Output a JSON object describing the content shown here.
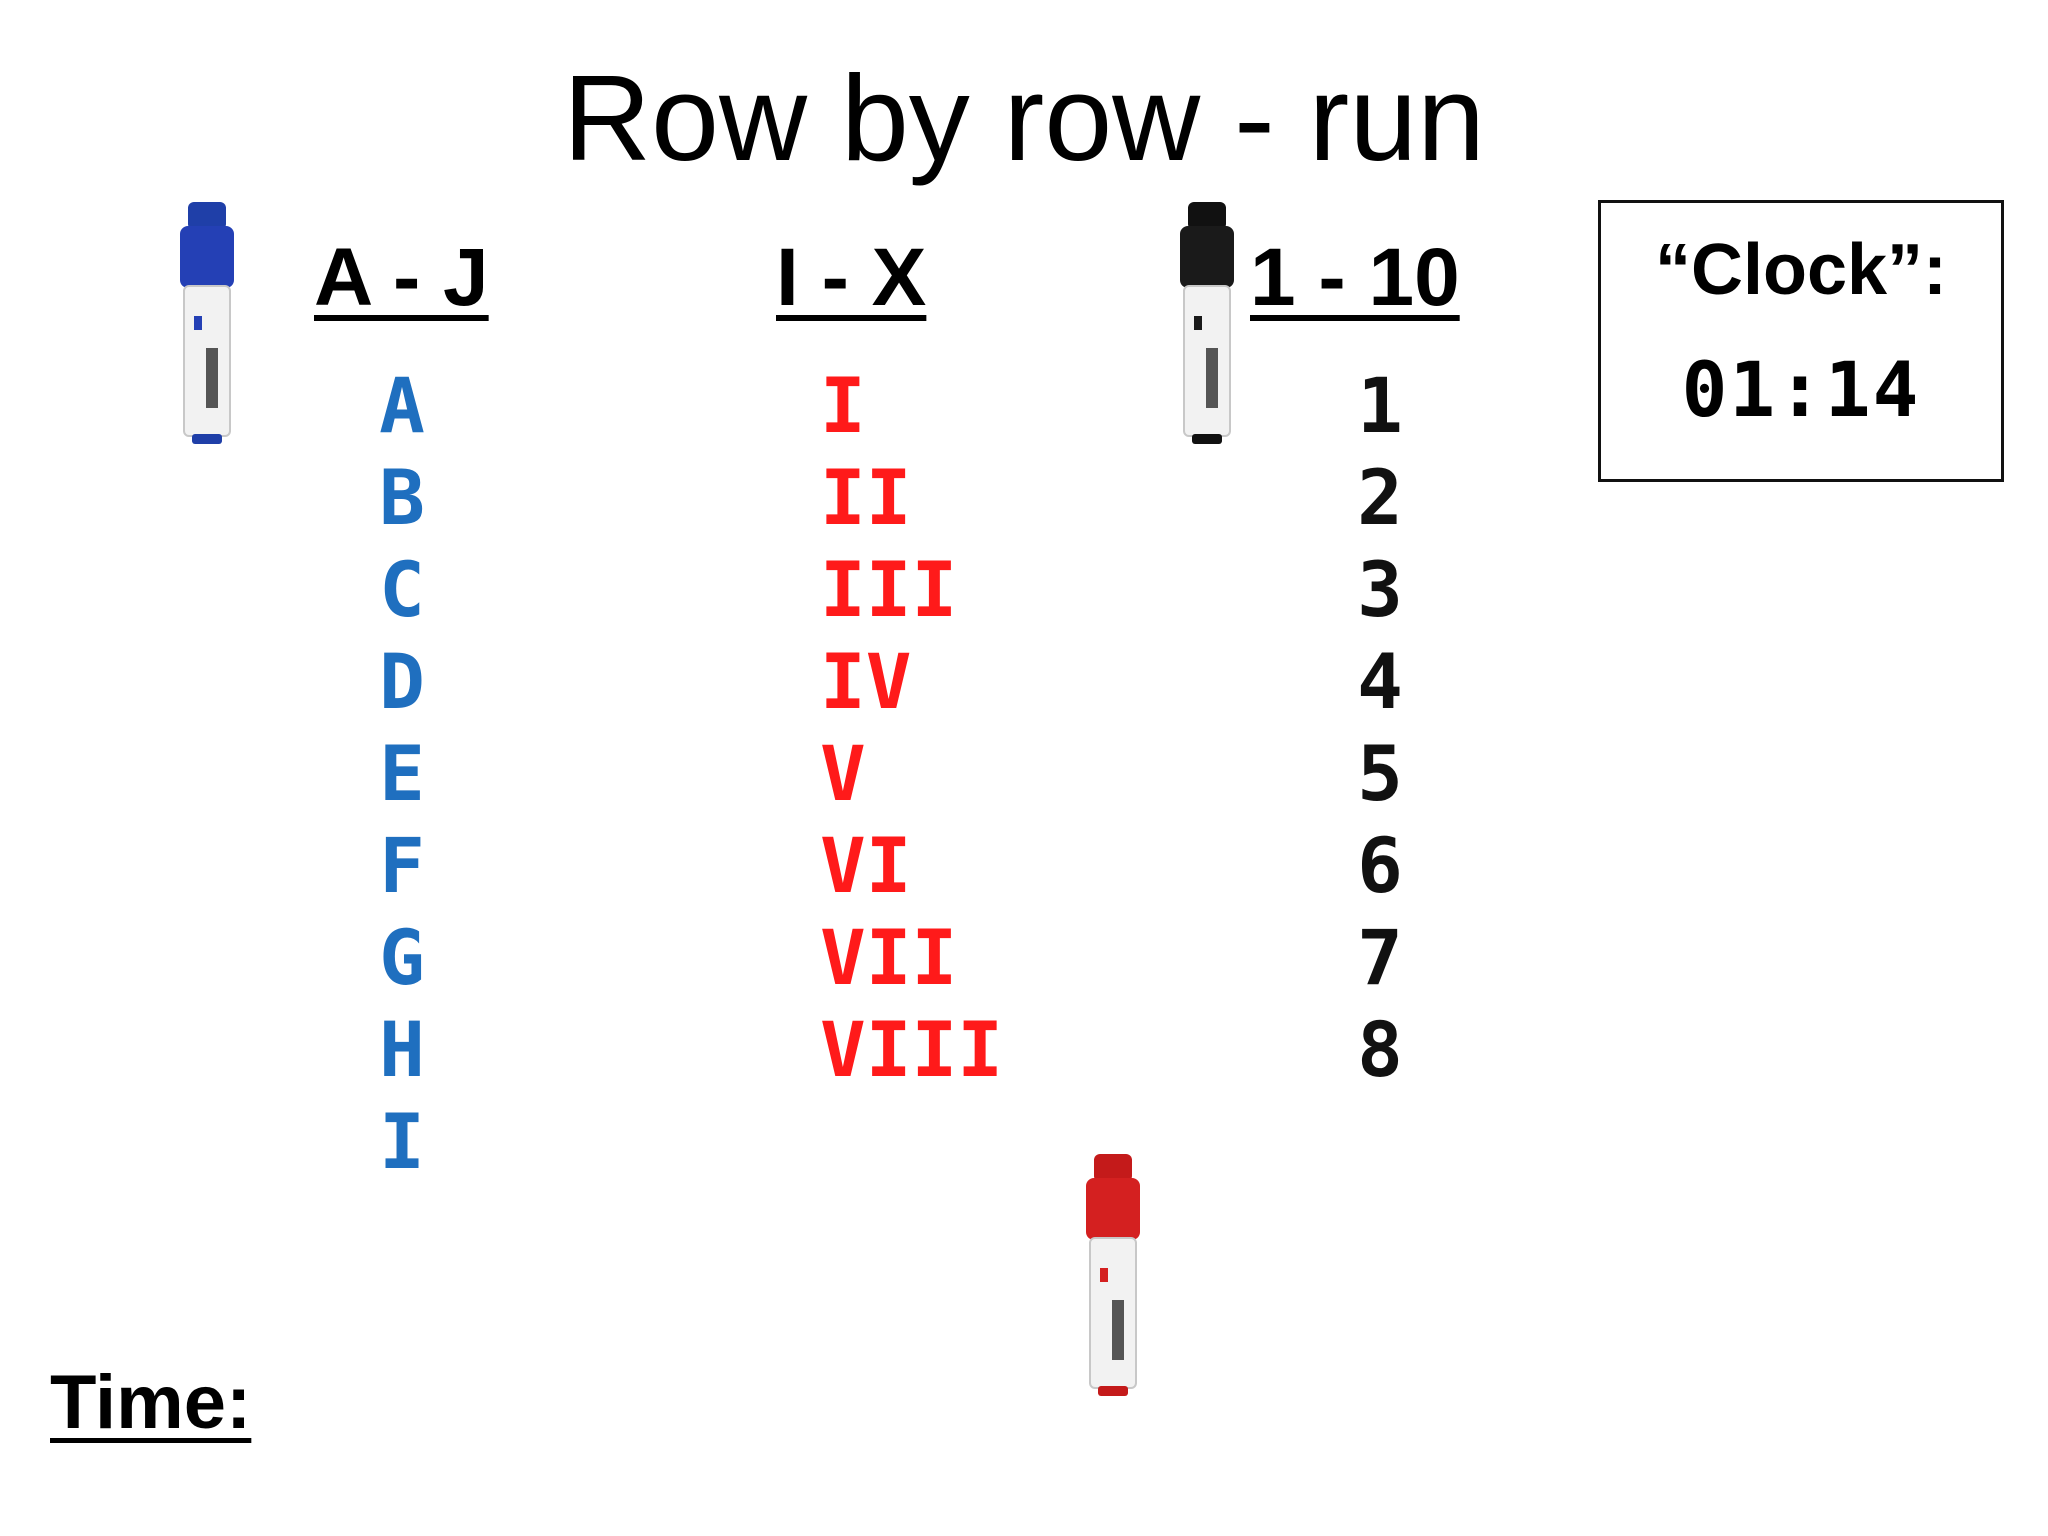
{
  "title": "Row by row - run",
  "columns": [
    {
      "header": "A - J",
      "items": [
        "A",
        "B",
        "C",
        "D",
        "E",
        "F",
        "G",
        "H",
        "I"
      ],
      "color": "#1f6fbf"
    },
    {
      "header": "I - X",
      "items": [
        "I",
        "II",
        "III",
        "IV",
        "V",
        "VI",
        "VII",
        "VIII"
      ],
      "color": "#ff1a1a"
    },
    {
      "header": "1 - 10",
      "items": [
        "1",
        "2",
        "3",
        "4",
        "5",
        "6",
        "7",
        "8"
      ],
      "color": "#111111"
    }
  ],
  "clock": {
    "label": "“Clock”:",
    "value": "01:14"
  },
  "time_label": "Time:",
  "markers": [
    {
      "icon": "blue-marker-icon",
      "color": "#1f3fa8"
    },
    {
      "icon": "black-marker-icon",
      "color": "#1a1a1a"
    },
    {
      "icon": "red-marker-icon",
      "color": "#d42020"
    }
  ]
}
